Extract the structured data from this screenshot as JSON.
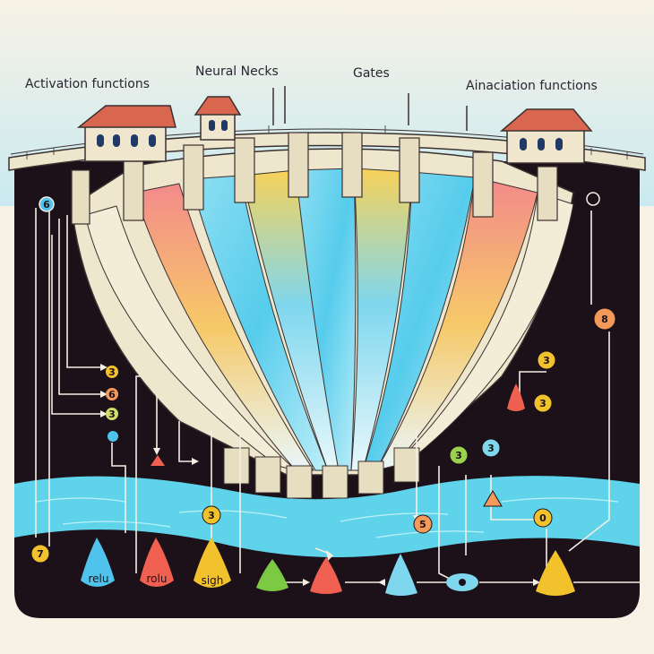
{
  "header_labels": {
    "activation_functions": "Activation functions",
    "neural_necks": "Neural Necks",
    "gates": "Gates",
    "ainaciation_functions": "Ainaciation functions"
  },
  "badges": {
    "left_top": "6",
    "left_1": "3",
    "left_2": "6",
    "left_3": "3",
    "bottom_left": "7",
    "center_small": "3",
    "mid_right": "5",
    "right_green": "3",
    "right_blue": "3",
    "right_orange_1": "3",
    "right_orange_2": "3",
    "right_lower": "0",
    "right_far": "8"
  },
  "functions": {
    "relu_blue": "relu",
    "rolu_red": "rolu",
    "sigh_yellow": "sigh"
  },
  "colors": {
    "background": "#f8f2e6",
    "sky": "#c9eaf0",
    "ground": "#1c1118",
    "river": "#5ed3ea",
    "dam": "#f1ebd3",
    "roof": "#d9664f",
    "accent_red": "#f06050",
    "accent_yellow": "#f2c22c",
    "accent_blue": "#4fc3ec",
    "accent_green": "#7cc944"
  }
}
